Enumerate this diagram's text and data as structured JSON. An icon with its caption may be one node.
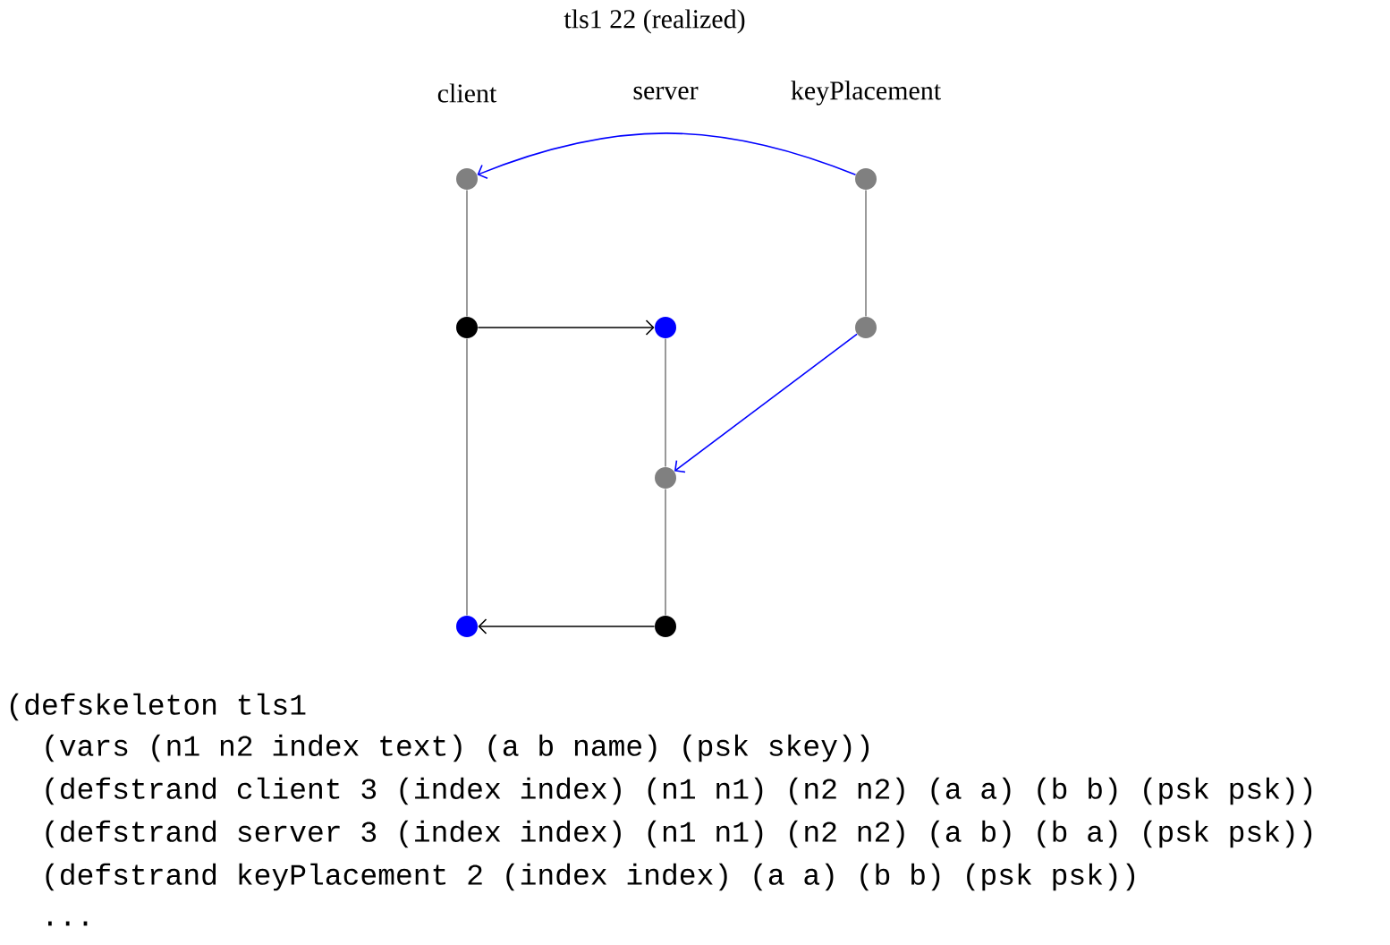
{
  "diagram": {
    "title": "tls1 22 (realized)",
    "nodes": [
      {
        "text": [],
        "shape": "circle"
      },
      {
        "text": [],
        "shape": "circle"
      },
      {
        "text": [],
        "shape": "circle"
      },
      {
        "text": [],
        "shape": "circle"
      },
      {
        "text": [],
        "shape": "circle"
      },
      {
        "text": [],
        "shape": "circle"
      },
      {
        "text": [],
        "shape": "circle"
      },
      {
        "text": [],
        "shape": "circle"
      }
    ],
    "edges": [
      {
        "from": 0,
        "to": 1,
        "arrow": "none"
      },
      {
        "from": 1,
        "to": 2,
        "arrow": "none"
      },
      {
        "from": 3,
        "to": 4,
        "arrow": "none"
      },
      {
        "from": 4,
        "to": 5,
        "arrow": "none"
      },
      {
        "from": 6,
        "to": 7,
        "arrow": "none"
      },
      {
        "from": 1,
        "to": 3,
        "arrow": "to",
        "color": "#000000"
      },
      {
        "from": 5,
        "to": 2,
        "arrow": "to",
        "color": "#000000"
      },
      {
        "from": 6,
        "to": 0,
        "arrow": "to",
        "color": "#0000ff"
      },
      {
        "from": 7,
        "to": 4,
        "arrow": "to",
        "color": "#0000ff"
      }
    ],
    "labels": [
      "client",
      "server",
      "keyPlacement",
      "(defskeleton tls1",
      "(vars (n1 n2 index text) (a b name) (psk skey))",
      "(defstrand client 3 (index index) (n1 n1) (n2 n2) (a a) (b b) (psk psk))",
      "(defstrand server 3 (index index) (n1 n1) (n2 n2) (a b) (b a) (psk psk))",
      "(defstrand keyPlacement 2 (index index) (a a) (b b) (psk psk))",
      "..."
    ]
  }
}
